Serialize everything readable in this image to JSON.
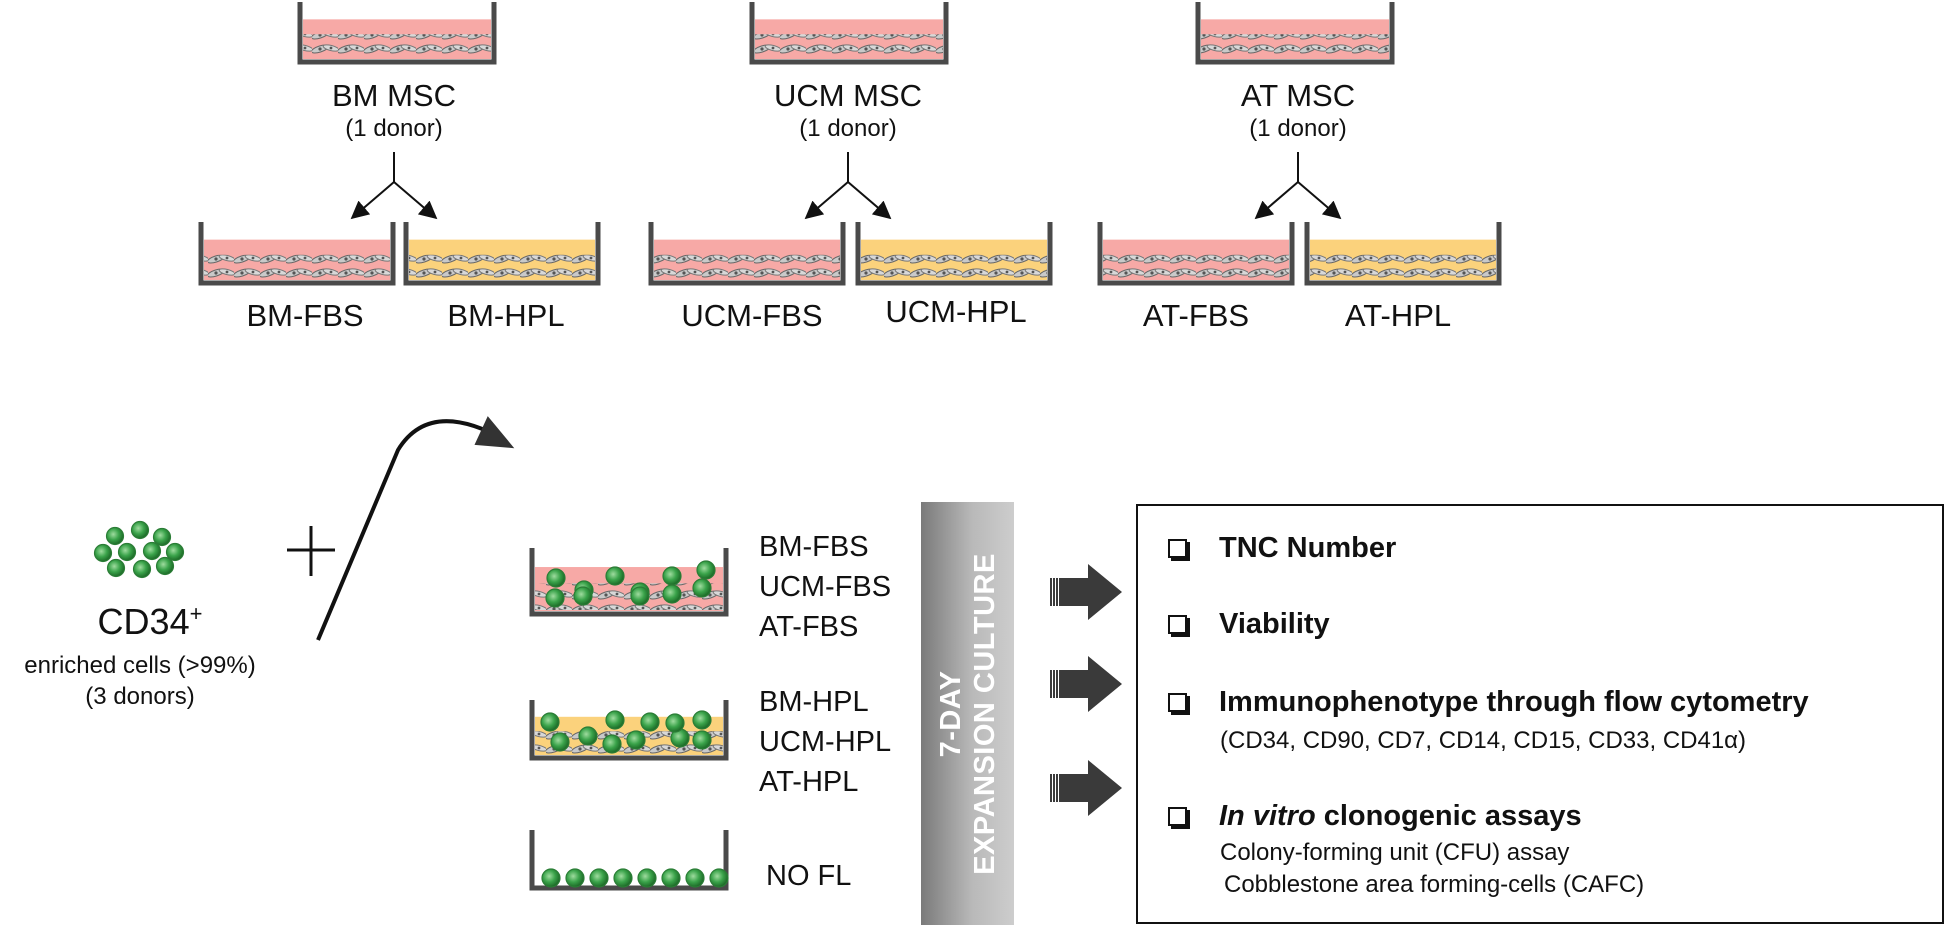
{
  "msc_sources": [
    {
      "name": "BM MSC",
      "donors": "(1 donor)",
      "conditions": [
        "BM-FBS",
        "BM-HPL"
      ]
    },
    {
      "name": "UCM MSC",
      "donors": "(1 donor)",
      "conditions": [
        "UCM-FBS",
        "UCM-HPL"
      ]
    },
    {
      "name": "AT MSC",
      "donors": "(1 donor)",
      "conditions": [
        "AT-FBS",
        "AT-HPL"
      ]
    }
  ],
  "cd34": {
    "label": "CD34",
    "superscript": "+",
    "line1": "enriched cells (>99%)",
    "line2": "(3 donors)"
  },
  "coculture": {
    "fbs_group": [
      "BM-FBS",
      "UCM-FBS",
      "AT-FBS"
    ],
    "hpl_group": [
      "BM-HPL",
      "UCM-HPL",
      "AT-HPL"
    ],
    "no_feeder": "NO FL"
  },
  "culture_label": {
    "line1": "7-DAY",
    "line2": "EXPANSION CULTURE"
  },
  "readouts": [
    {
      "title": "TNC Number"
    },
    {
      "title": "Viability"
    },
    {
      "title": "Immunophenotype through flow cytometry",
      "detail": "(CD34, CD90, CD7, CD14, CD15, CD33, CD41α)"
    },
    {
      "title_italic": "In vitro",
      "title_rest": " clonogenic assays",
      "details": [
        "Colony-forming unit (CFU) assay",
        "Cobblestone area forming-cells (CAFC)"
      ]
    }
  ],
  "colors": {
    "fbs_medium": "#f7a9a6",
    "hpl_medium": "#fbd27c",
    "cell_green": "#3aa34a",
    "flask_wall": "#4a4a4a"
  }
}
